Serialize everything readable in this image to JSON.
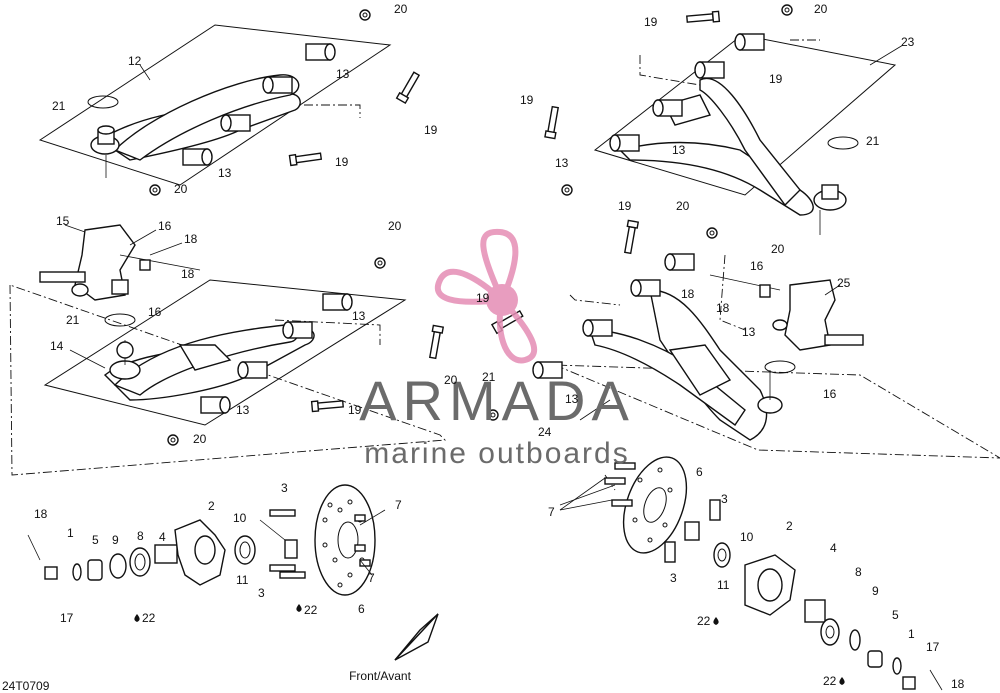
{
  "drawing_code": "24T0709",
  "direction_label": "Front/Avant",
  "watermark": {
    "brand": "ARMADA",
    "tagline": "marine outboards",
    "color": "#e58db4"
  },
  "callouts": [
    {
      "id": "c1",
      "text": "20"
    },
    {
      "id": "c2",
      "text": "12"
    },
    {
      "id": "c3",
      "text": "13"
    },
    {
      "id": "c4",
      "text": "21"
    },
    {
      "id": "c5",
      "text": "19"
    },
    {
      "id": "c6",
      "text": "13"
    },
    {
      "id": "c7",
      "text": "19"
    },
    {
      "id": "c8",
      "text": "20"
    },
    {
      "id": "c9",
      "text": "15"
    },
    {
      "id": "c10",
      "text": "16"
    },
    {
      "id": "c11",
      "text": "18"
    },
    {
      "id": "c12",
      "text": "18"
    },
    {
      "id": "c13",
      "text": "16"
    },
    {
      "id": "c14",
      "text": "21"
    },
    {
      "id": "c15",
      "text": "20"
    },
    {
      "id": "c16",
      "text": "13"
    },
    {
      "id": "c17",
      "text": "14"
    },
    {
      "id": "c18",
      "text": "13"
    },
    {
      "id": "c19",
      "text": "19"
    },
    {
      "id": "c20",
      "text": "20"
    },
    {
      "id": "c21",
      "text": "19"
    },
    {
      "id": "c22",
      "text": "19"
    },
    {
      "id": "c23",
      "text": "20"
    },
    {
      "id": "c24",
      "text": "23"
    },
    {
      "id": "c25",
      "text": "19"
    },
    {
      "id": "c26",
      "text": "13"
    },
    {
      "id": "c27",
      "text": "21"
    },
    {
      "id": "c28",
      "text": "13"
    },
    {
      "id": "c29",
      "text": "20"
    },
    {
      "id": "c30",
      "text": "19"
    },
    {
      "id": "c31",
      "text": "20"
    },
    {
      "id": "c32",
      "text": "16"
    },
    {
      "id": "c33",
      "text": "18"
    },
    {
      "id": "c34",
      "text": "18"
    },
    {
      "id": "c35",
      "text": "13"
    },
    {
      "id": "c36",
      "text": "25"
    },
    {
      "id": "c37",
      "text": "16"
    },
    {
      "id": "c38",
      "text": "21"
    },
    {
      "id": "c39",
      "text": "13"
    },
    {
      "id": "c40",
      "text": "24"
    },
    {
      "id": "c41",
      "text": "19"
    },
    {
      "id": "c42",
      "text": "20"
    },
    {
      "id": "c43",
      "text": "18"
    },
    {
      "id": "c44",
      "text": "1"
    },
    {
      "id": "c45",
      "text": "5"
    },
    {
      "id": "c46",
      "text": "9"
    },
    {
      "id": "c47",
      "text": "8"
    },
    {
      "id": "c48",
      "text": "4"
    },
    {
      "id": "c49",
      "text": "2"
    },
    {
      "id": "c50",
      "text": "3"
    },
    {
      "id": "c51",
      "text": "10"
    },
    {
      "id": "c52",
      "text": "7"
    },
    {
      "id": "c53",
      "text": "11"
    },
    {
      "id": "c54",
      "text": "3"
    },
    {
      "id": "c55",
      "text": "7"
    },
    {
      "id": "c56",
      "text": "17"
    },
    {
      "id": "c57",
      "text": "22"
    },
    {
      "id": "c58",
      "text": "22"
    },
    {
      "id": "c59",
      "text": "6"
    },
    {
      "id": "c60",
      "text": "6"
    },
    {
      "id": "c61",
      "text": "7"
    },
    {
      "id": "c62",
      "text": "3"
    },
    {
      "id": "c63",
      "text": "10"
    },
    {
      "id": "c64",
      "text": "2"
    },
    {
      "id": "c65",
      "text": "3"
    },
    {
      "id": "c66",
      "text": "11"
    },
    {
      "id": "c67",
      "text": "4"
    },
    {
      "id": "c68",
      "text": "8"
    },
    {
      "id": "c69",
      "text": "9"
    },
    {
      "id": "c70",
      "text": "5"
    },
    {
      "id": "c71",
      "text": "1"
    },
    {
      "id": "c72",
      "text": "17"
    },
    {
      "id": "c73",
      "text": "22"
    },
    {
      "id": "c74",
      "text": "22"
    },
    {
      "id": "c75",
      "text": "18"
    }
  ]
}
